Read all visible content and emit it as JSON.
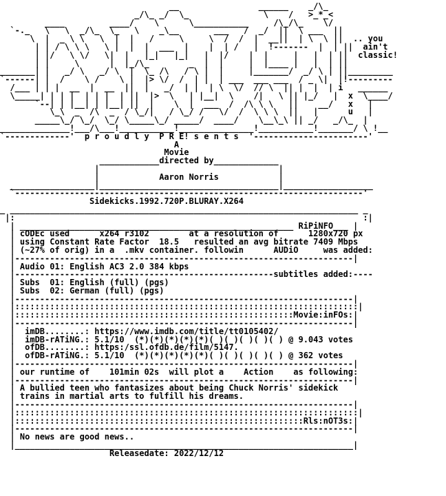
{
  "nfo_lines": [
    "                                  __                ______    _/\\_",
    "                           _/\\_ _/  \\_               \\    /   >_*_<",
    "         ____         ____/    \\      \\___________     /\\_/\\_    \\/",
    "  `-._   \\   \\  _/\\_  \\_   \\    _\\__       ___   /  _/  ||  \\ ___  ||",
    "      \\  |  _ \\ \\   \\  |  |   /     \\     \\  /  /  |  __||  | \\  \\ ||  .. you",
    "       | | / \\ \\ \\   \\ |  |  |  ___  |    |  | /   |  !-------  |  | ||  ain't",
    "       | |/   \\ \\/   \\|  |   |_|   |_|   |  |/    |  |     |   |  | ||  classic!",
    "       | |     \\      |  |_/\\_        _  |  |     |  |____ |   |  | ||",
    "_______| |   _/ \\   _/ \\  |  \\_ /\\   / \\ |  |     |_______/  _/ \\ | ||_________",
    "`------| |  /    \\ /    \\ |  |> \\/  /  | |  | ___  ___ ___  / _ \\|  |!---------",
    "  /___ | | |  __  |  __  ||  |   _/  | |  | \\  \\/  // \\  || |  |  | i   ______",
    "  \\_____| | | |  | | |  | ||  |>  \\   | |__|  \\    /|   \\ || |_/   |  x  \\____/",
    "       `--| | |__| | |__| ||  |    \\  |  ___  /  /\\ \\ \\   ||    __/   x   |",
    "          \\_\\  _  /\\  _  / \\_/|   / \\_/ /   \\/  /  \\ \\ \\  ||   |      u   |",
    "       _____\\_/ \\_/  \\_/ \\_____\\_/ _____/  ____/    \\__\\_\\ || _/   _/\\_  |",
    "______________!___/\\___!___________!_______________!___________!_______/ \\ !__",
    "`-------------'  p r o u d l y  P R E! s e n t s  '-----------------------'",
    "                                   A",
    "                                 Movie",
    "                    ____________directed by_____________",
    "                   |                                    |",
    "                   |            Aaron Norris            |",
    "  _________________|____________________________________|__________________",
    "  `----------------------------------------------------------------------'",
    "                  Sidekicks.1992.720P.BLURAY.X264",
    "_ ______________________________________________________________________ _",
    " |:                                                                      :|",
    "  | _______________________________________________________ RiPiNFO___ |",
    "  | cODEc used      x264 r3102        at a resolution of      1280x720 px",
    "  | using Constant Rate Factor  18.5   resulted an avg bitrate 7409 Mbps",
    "  | (~27% of orig) in a  .mkv container. followin      AUDiO     was added:",
    "  |--------------------------------------------------------------------|",
    "  | Audio 01: English AC3 2.0 384 kbps",
    "  |----------------------------------------------------subtitles added:----",
    "  | Subs  01: English (full) (pgs)",
    "  | Subs  02: German (full) (pgs)",
    "  |--------------------------------------------------------------------|",
    "  |:::::::::::::::::::::::::::::::::::::::::::::::::::::::::::::::::::::|",
    "  |::::::::::::::::::::::::::::::::::::::::::::::::::::::::Movie:inFOs:|",
    "  |--------------------------------------------------------------------|",
    "  |  imDB........: https://www.imdb.com/title/tt0105402/",
    "  |  imDB-rATiNG.: 5.1/10  (*)(*)(*)(*)(*)( )( )( )( )( ) @ 9.043 votes",
    "  |  ofDB........: https:/ssl.ofdb.de/film/5147.",
    "  |  ofDB-rATiNG.: 5.1/10  (*)(*)(*)(*)(*)( )( )( )( )( ) @ 362 votes",
    "  |--------------------------------------------------------------------|",
    "  | our runtime of    101min 02s  will plot a    Action    as following:",
    "  |--------------------------------------------------------------------|",
    "  | A bullied teen who fantasizes about being Chuck Norris' sidekick",
    "  | trains in martial arts to fulfill his dreams.",
    "  |--------------------------------------------------------------------|",
    "  |:::::::::::::::::::::::::::::::::::::::::::::::::::::::::::::::::::::|",
    "  |::::::::::::::::::::::::::::::::::::::::::::::::::::::::::Rls:nOT3s:|",
    "  |--------------------------------------------------------------------|",
    "  | No news are good news..",
    "  |____________________________________________________________________|",
    "                      Releasedate: 2022/12/12"
  ]
}
